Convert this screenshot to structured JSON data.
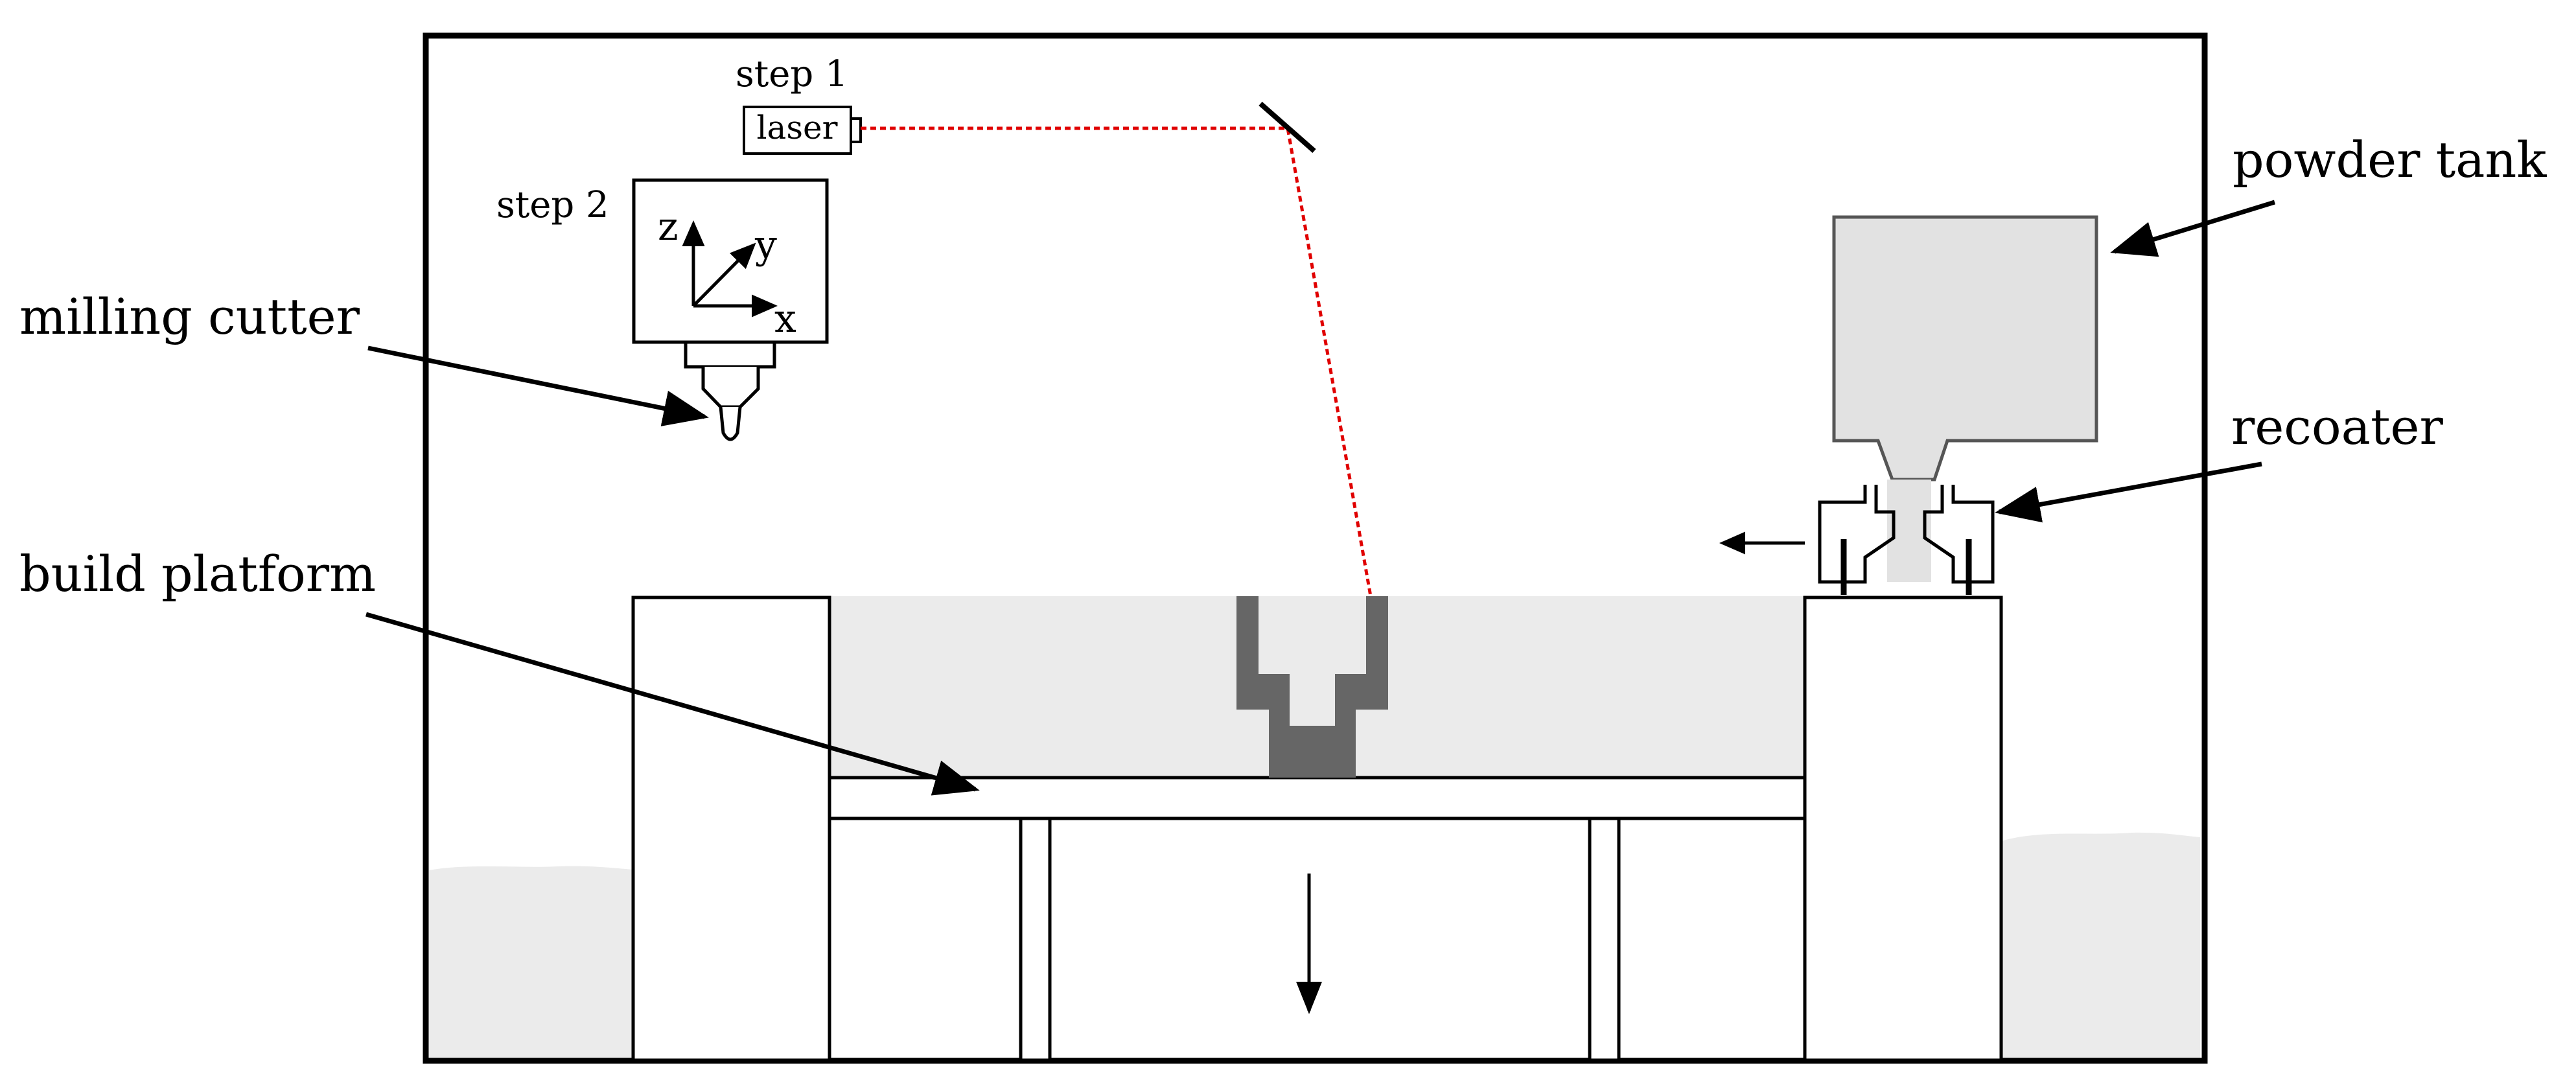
{
  "labels": {
    "step1": "step 1",
    "laser": "laser",
    "step2": "step 2",
    "axis_z": "z",
    "axis_y": "y",
    "axis_x": "x",
    "milling_cutter": "milling cutter",
    "build_platform": "build platform",
    "powder_tank": "powder tank",
    "recoater": "recoater"
  },
  "colors": {
    "outline": "#000000",
    "laser_beam": "#e00000",
    "powder": "#ebebeb",
    "tank_fill": "#e2e2e2",
    "part": "#666666"
  }
}
